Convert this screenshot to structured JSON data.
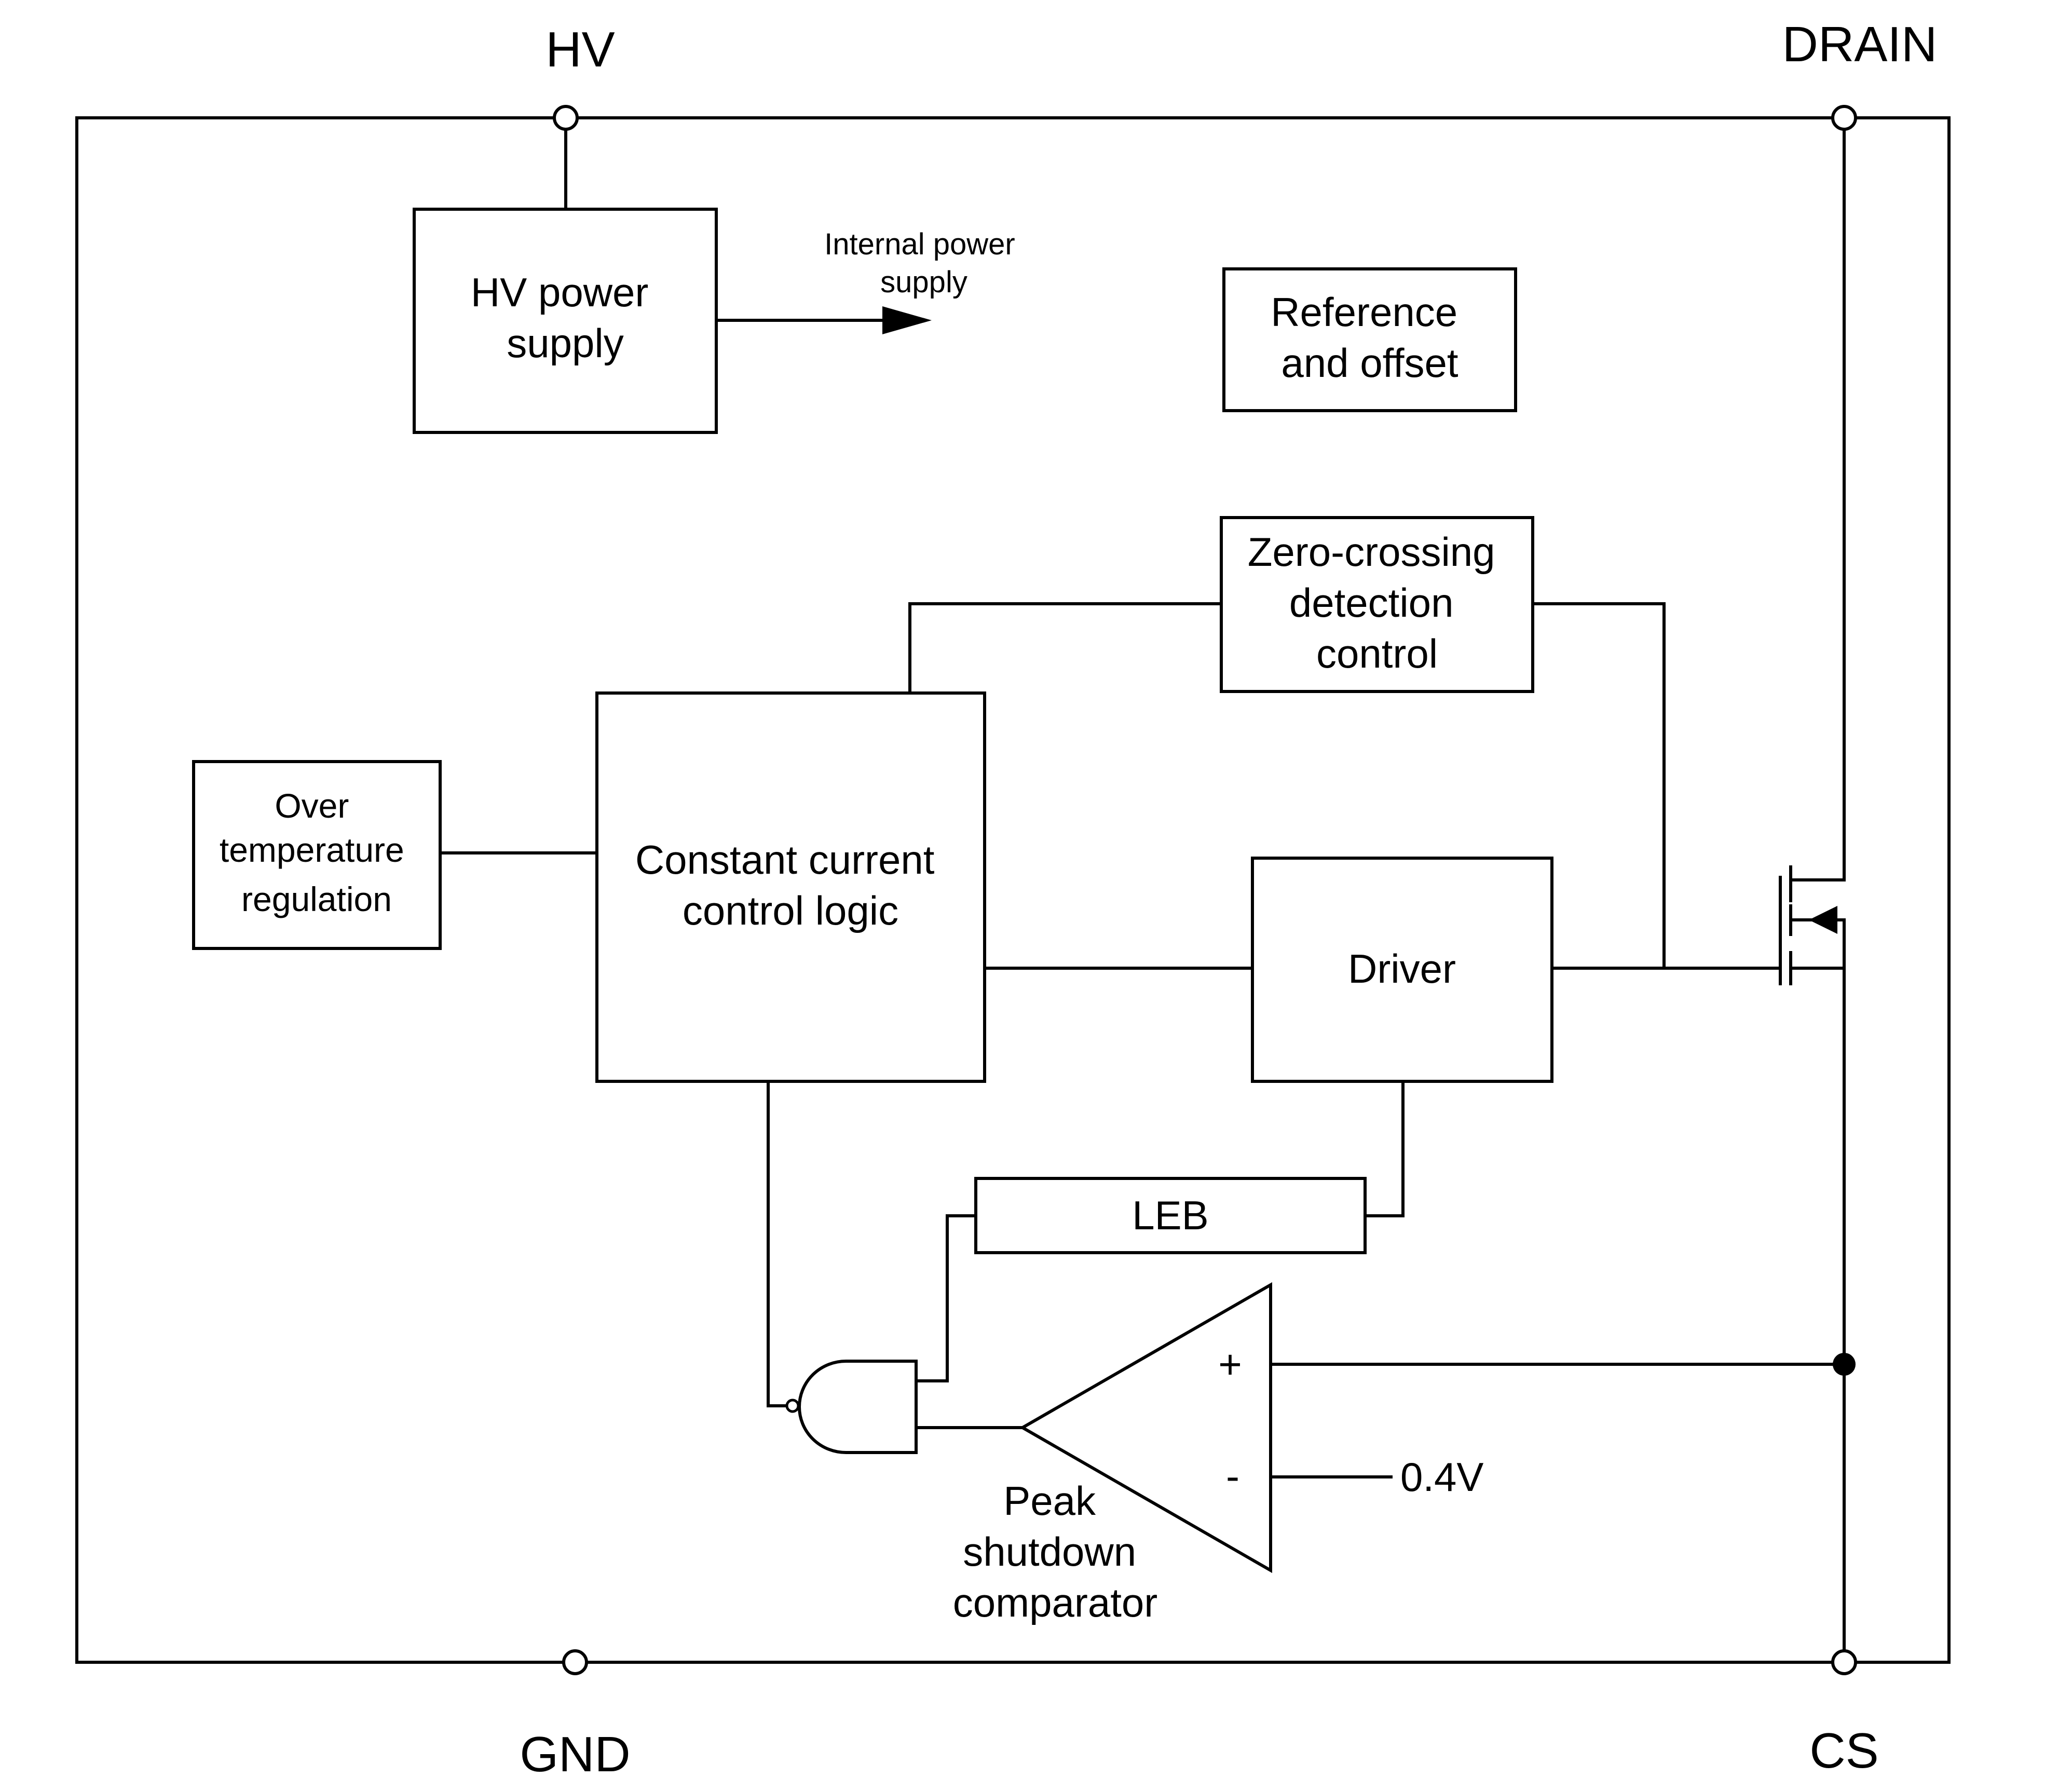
{
  "pins": {
    "hv": "HV",
    "drain": "DRAIN",
    "gnd": "GND",
    "cs": "CS"
  },
  "blocks": {
    "hv_power_supply": [
      "HV power",
      "supply"
    ],
    "internal_power": [
      "Internal power",
      "supply"
    ],
    "reference_offset": [
      "Reference",
      "and offset"
    ],
    "zero_crossing": [
      "Zero-crossing",
      "detection",
      "control"
    ],
    "over_temp": [
      "Over",
      "temperature",
      "regulation"
    ],
    "cc_logic": [
      "Constant current",
      "control logic"
    ],
    "driver": "Driver",
    "leb": "LEB",
    "comparator": [
      "Peak",
      "shutdown",
      "comparator"
    ]
  },
  "comparator_inputs": {
    "plus": "+",
    "minus": "-",
    "ref_voltage": "0.4V"
  }
}
